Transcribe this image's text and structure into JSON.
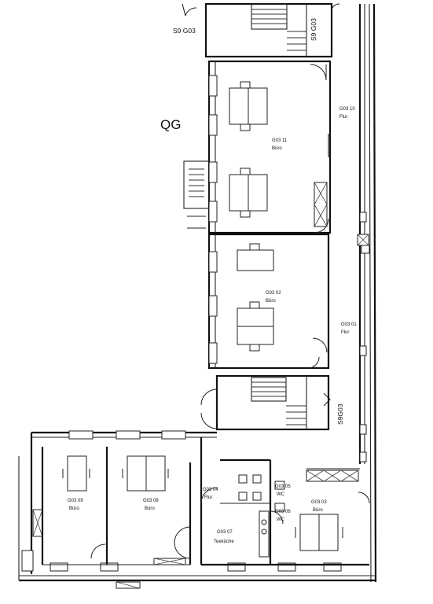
{
  "plan": {
    "section_label": "QG",
    "stair_labels": {
      "top_left": "S9 G03",
      "top_right": "S9 G03",
      "middle": "S9G03"
    },
    "rooms": {
      "g0310": {
        "number": "G03 10",
        "name": "Flur"
      },
      "g0311": {
        "number": "G03 11",
        "name": "Büro"
      },
      "g0302": {
        "number": "G03 02",
        "name": "Büro"
      },
      "g0301": {
        "number": "G03 01",
        "name": "Flur"
      },
      "g0309": {
        "number": "G03 09",
        "name": "Büro"
      },
      "g0308": {
        "number": "G03 08",
        "name": "Büro"
      },
      "g0304": {
        "number": "G03 04",
        "name": "Flur"
      },
      "g0305": {
        "number": "G03 05",
        "name": "WC"
      },
      "g0306": {
        "number": "G03 06",
        "name": "WC"
      },
      "g0303": {
        "number": "G03 03",
        "name": "Büro"
      },
      "g0307": {
        "number": "G03 07",
        "name": "Teeküche"
      }
    }
  }
}
